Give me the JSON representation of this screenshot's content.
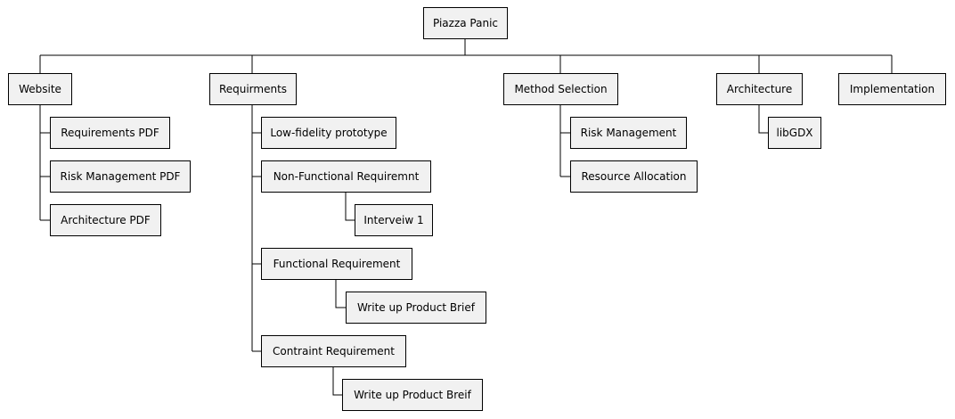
{
  "diagram": {
    "root": "Piazza Panic",
    "branches": [
      {
        "label": "Website",
        "children": [
          {
            "label": "Requirements PDF",
            "children": []
          },
          {
            "label": "Risk Management PDF",
            "children": []
          },
          {
            "label": "Architecture PDF",
            "children": []
          }
        ]
      },
      {
        "label": "Requirments",
        "children": [
          {
            "label": "Low-fidelity prototype",
            "children": []
          },
          {
            "label": "Non-Functional Requiremnt",
            "children": [
              {
                "label": "Interveiw 1"
              }
            ]
          },
          {
            "label": "Functional Requirement",
            "children": [
              {
                "label": "Write up Product Brief"
              }
            ]
          },
          {
            "label": "Contraint Requirement",
            "children": [
              {
                "label": "Write up Product Breif"
              }
            ]
          }
        ]
      },
      {
        "label": "Method Selection",
        "children": [
          {
            "label": "Risk Management",
            "children": []
          },
          {
            "label": "Resource Allocation",
            "children": []
          }
        ]
      },
      {
        "label": "Architecture",
        "children": [
          {
            "label": "libGDX",
            "children": []
          }
        ]
      },
      {
        "label": "Implementation",
        "children": []
      }
    ]
  }
}
